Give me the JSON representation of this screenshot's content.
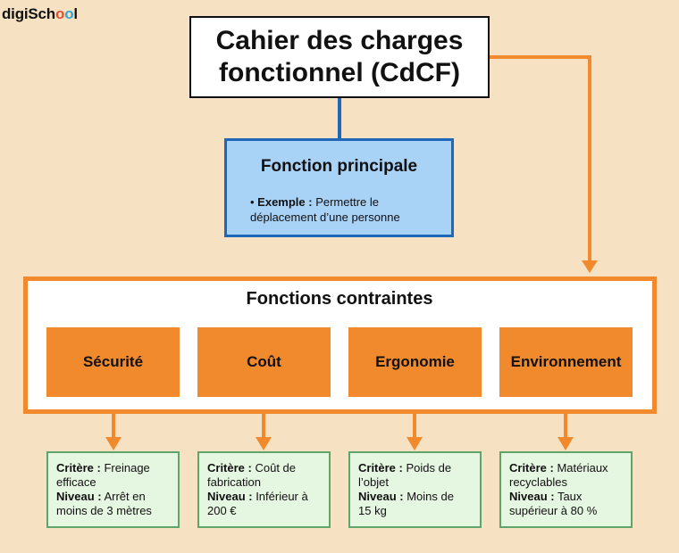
{
  "logo": {
    "pre": "digiSch",
    "o1": "o",
    "o2": "o",
    "post": "l"
  },
  "title": {
    "line1": "Cahier des charges",
    "line2": "fonctionnel (CdCF)"
  },
  "fonction_principale": {
    "title": "Fonction principale",
    "bullet_label": "Exemple :",
    "bullet_text": " Permettre le",
    "bullet_line2": "déplacement d’une personne"
  },
  "fonctions_contraintes": {
    "title": "Fonctions contraintes",
    "items": [
      {
        "label": "Sécurité",
        "critere": " Freinage",
        "critere2": "efficace",
        "niveau": " Arrêt en",
        "niveau2": "moins de 3 mètres"
      },
      {
        "label": "Coût",
        "critere": " Coût de",
        "critere2": "fabrication",
        "niveau": " Inférieur à",
        "niveau2": "200 €"
      },
      {
        "label": "Ergonomie",
        "critere": " Poids de",
        "critere2": "l’objet",
        "niveau": " Moins de",
        "niveau2": "15 kg"
      },
      {
        "label": "Environnement",
        "critere": " Matériaux",
        "critere2": "recyclables",
        "niveau": " Taux",
        "niveau2": "supérieur à 80 %"
      }
    ],
    "critere_label": "Critère :",
    "niveau_label": "Niveau :"
  },
  "colors": {
    "orange": "#f08a2c",
    "blue": "#1e67b9",
    "green": "#5fa46a",
    "background": "#f6e2c2"
  }
}
